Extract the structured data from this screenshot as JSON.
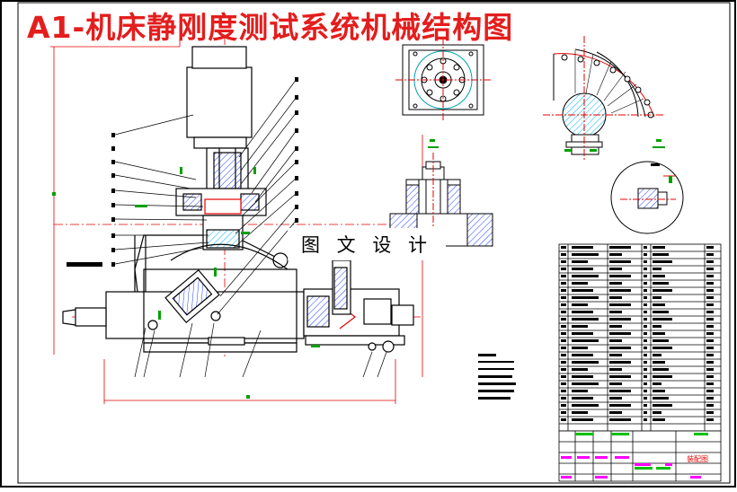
{
  "drawing": {
    "title": "A1-机床静刚度测试系统机械结构图",
    "watermark": "图 文 设 计"
  },
  "colors": {
    "frame": "#000000",
    "line": "#000000",
    "dim": "#e60000",
    "accent": "#00a000",
    "center": "#e60000",
    "magenta": "#ff00ff",
    "cyan": "#00c0ff",
    "hatch": "#2020ff"
  },
  "title_block": {
    "drawing_name_label": "装配图"
  }
}
